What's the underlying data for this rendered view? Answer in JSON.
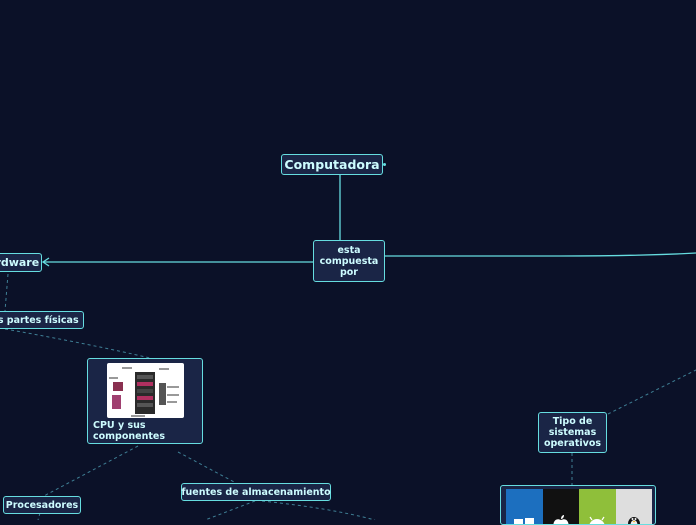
{
  "nodes": {
    "root": "Computadora",
    "connector": "esta compuesta por",
    "hardware": "Hardware",
    "physical_parts": "Las partes físicas",
    "cpu": "CPU y sus componentes",
    "storage": "fuentes de almacenamiento",
    "processors": "Procesadores",
    "os_types": "Tipo de sistemas operativos"
  },
  "os_tiles": [
    {
      "icon": "windows-icon",
      "color": "#1c6fbf"
    },
    {
      "icon": "apple-icon",
      "color": "#111111"
    },
    {
      "icon": "android-icon",
      "color": "#8fbf3a"
    },
    {
      "icon": "linux-icon",
      "color": "#dedede"
    }
  ],
  "colors": {
    "background": "#0b1128",
    "node_fill": "#1a2546",
    "node_border": "#66dde0",
    "text": "#cdfcff"
  }
}
